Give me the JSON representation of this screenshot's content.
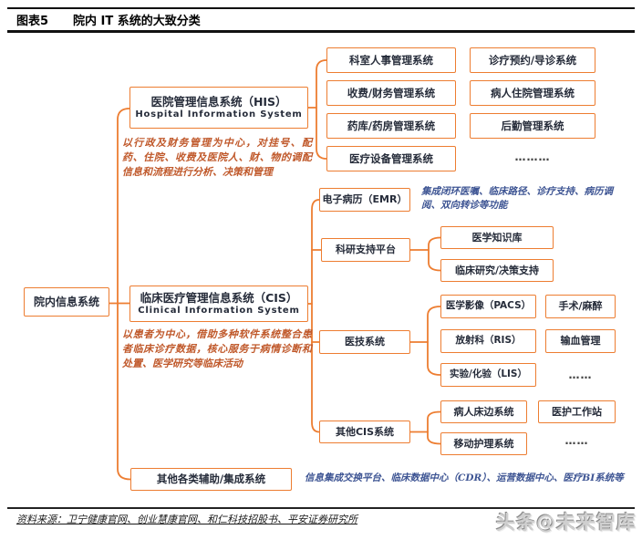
{
  "header": {
    "tag": "图表5",
    "title": "院内 IT 系统的大致分类"
  },
  "root": {
    "label": "院内信息系统"
  },
  "his": {
    "title": "医院管理信息系统（HIS）",
    "subtitle": "Hospital Information System",
    "description": "以行政及财务管理为中心，对挂号、配药、住院、收费及医院人、财、物的调配信息和流程进行分析、决策和管理",
    "children_col1": [
      "科室人事管理系统",
      "收费/财务管理系统",
      "药库/药房管理系统",
      "医疗设备管理系统"
    ],
    "children_col2": [
      "诊疗预约/导诊系统",
      "病人住院管理系统",
      "后勤管理系统"
    ],
    "more": "………"
  },
  "cis": {
    "title": "临床医疗管理信息系统（CIS）",
    "subtitle": "Clinical Information System",
    "description": "以患者为中心，借助多种软件系统整合患者临床诊疗数据，核心服务于病情诊断和处置、医学研究等临床活动",
    "emr": {
      "label": "电子病历（EMR）",
      "note": "集成闭环医嘱、临床路径、诊疗支持、病历调阅、双向转诊等功能"
    },
    "research": {
      "label": "科研支持平台",
      "children": [
        "医学知识库",
        "临床研究/决策支持"
      ]
    },
    "medtech": {
      "label": "医技系统",
      "children_col1": [
        "医学影像（PACS）",
        "放射科（RIS）",
        "实验/化验（LIS）"
      ],
      "children_col2": [
        "手术/麻醉",
        "输血管理"
      ],
      "more": "……"
    },
    "other_cis": {
      "label": "其他CIS系统",
      "children_col1": [
        "病人床边系统",
        "移动护理系统"
      ],
      "children_col2": [
        "医护工作站"
      ],
      "more": "……"
    }
  },
  "other": {
    "label": "其他各类辅助/集成系统",
    "note": "信息集成交换平台、临床数据中心（CDR）、运营数据中心、医疗BI系统等"
  },
  "footer": {
    "source": "资料来源：卫宁健康官网、创业慧康官网、和仁科技招股书、平安证券研究所",
    "watermark": "头条@未来智库"
  },
  "colors": {
    "accent": "#ED7D31",
    "box_text": "#262C3A",
    "desc_orange": "#C0592B",
    "note_blue": "#3D5493"
  }
}
